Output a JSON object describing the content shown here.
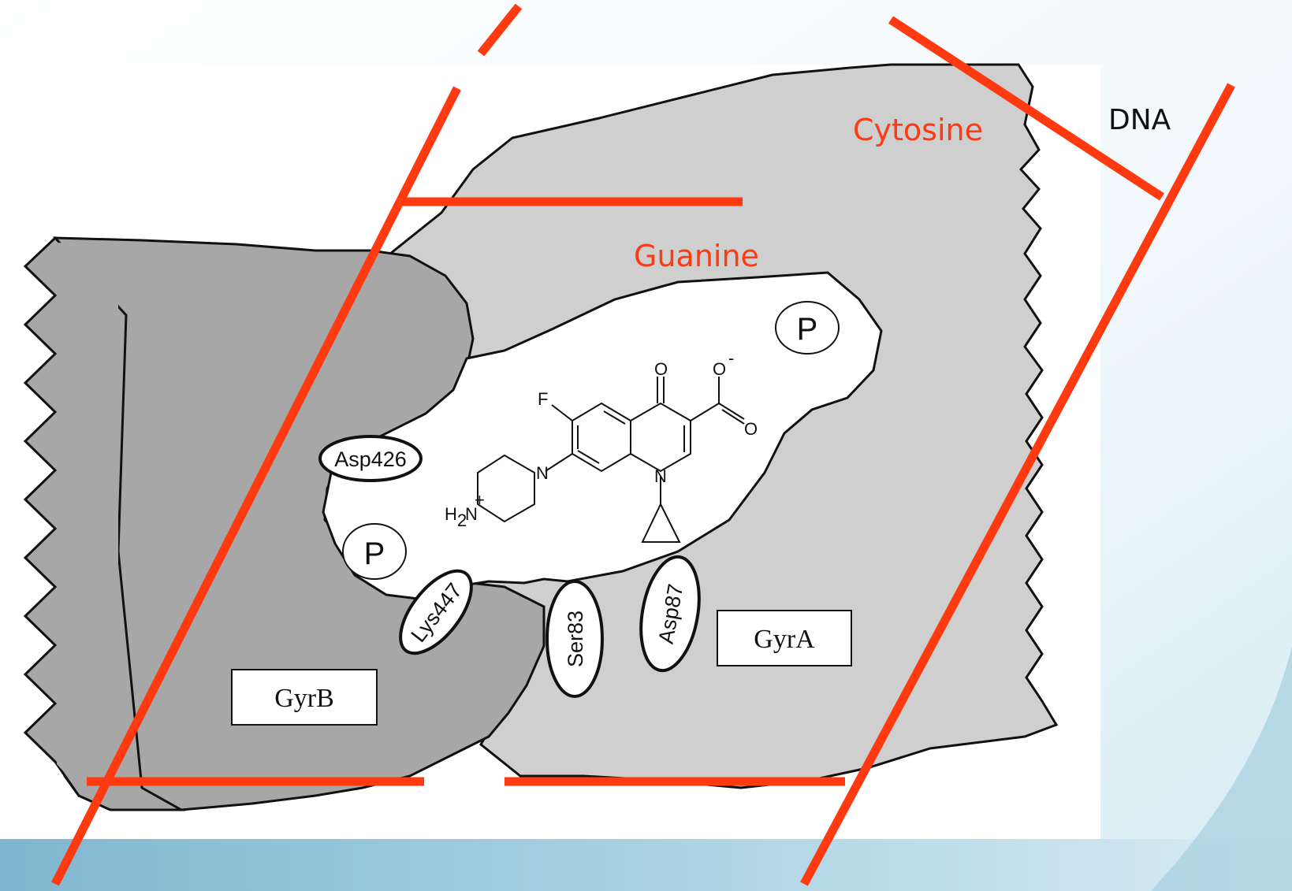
{
  "labels": {
    "cytosine": "Cytosine",
    "guanine": "Guanine",
    "dna": "DNA"
  },
  "boxes": {
    "gyrA": "GyrA",
    "gyrB": "GyrB"
  },
  "residues": {
    "asp426": "Asp426",
    "lys447": "Lys447",
    "ser83": "Ser83",
    "asp87": "Asp87"
  },
  "phosphates": {
    "p_upper": "P",
    "p_lower": "P"
  },
  "molecule_atoms": {
    "fluorine": "F",
    "ketone_o": "O",
    "carboxyl_o1": "O",
    "carboxyl_o2": "O",
    "carboxyl_charge": "-",
    "ring_n": "N",
    "piperazine_n": "N",
    "amine": "H",
    "amine_sub": "2",
    "amine_n": "N",
    "amine_charge": "+"
  },
  "colors": {
    "accent_red": "#ff3a10",
    "gyrA_gray": "#cfcfcf",
    "gyrB_gray": "#a7a7a7",
    "background_blue": "#bcdde8"
  }
}
